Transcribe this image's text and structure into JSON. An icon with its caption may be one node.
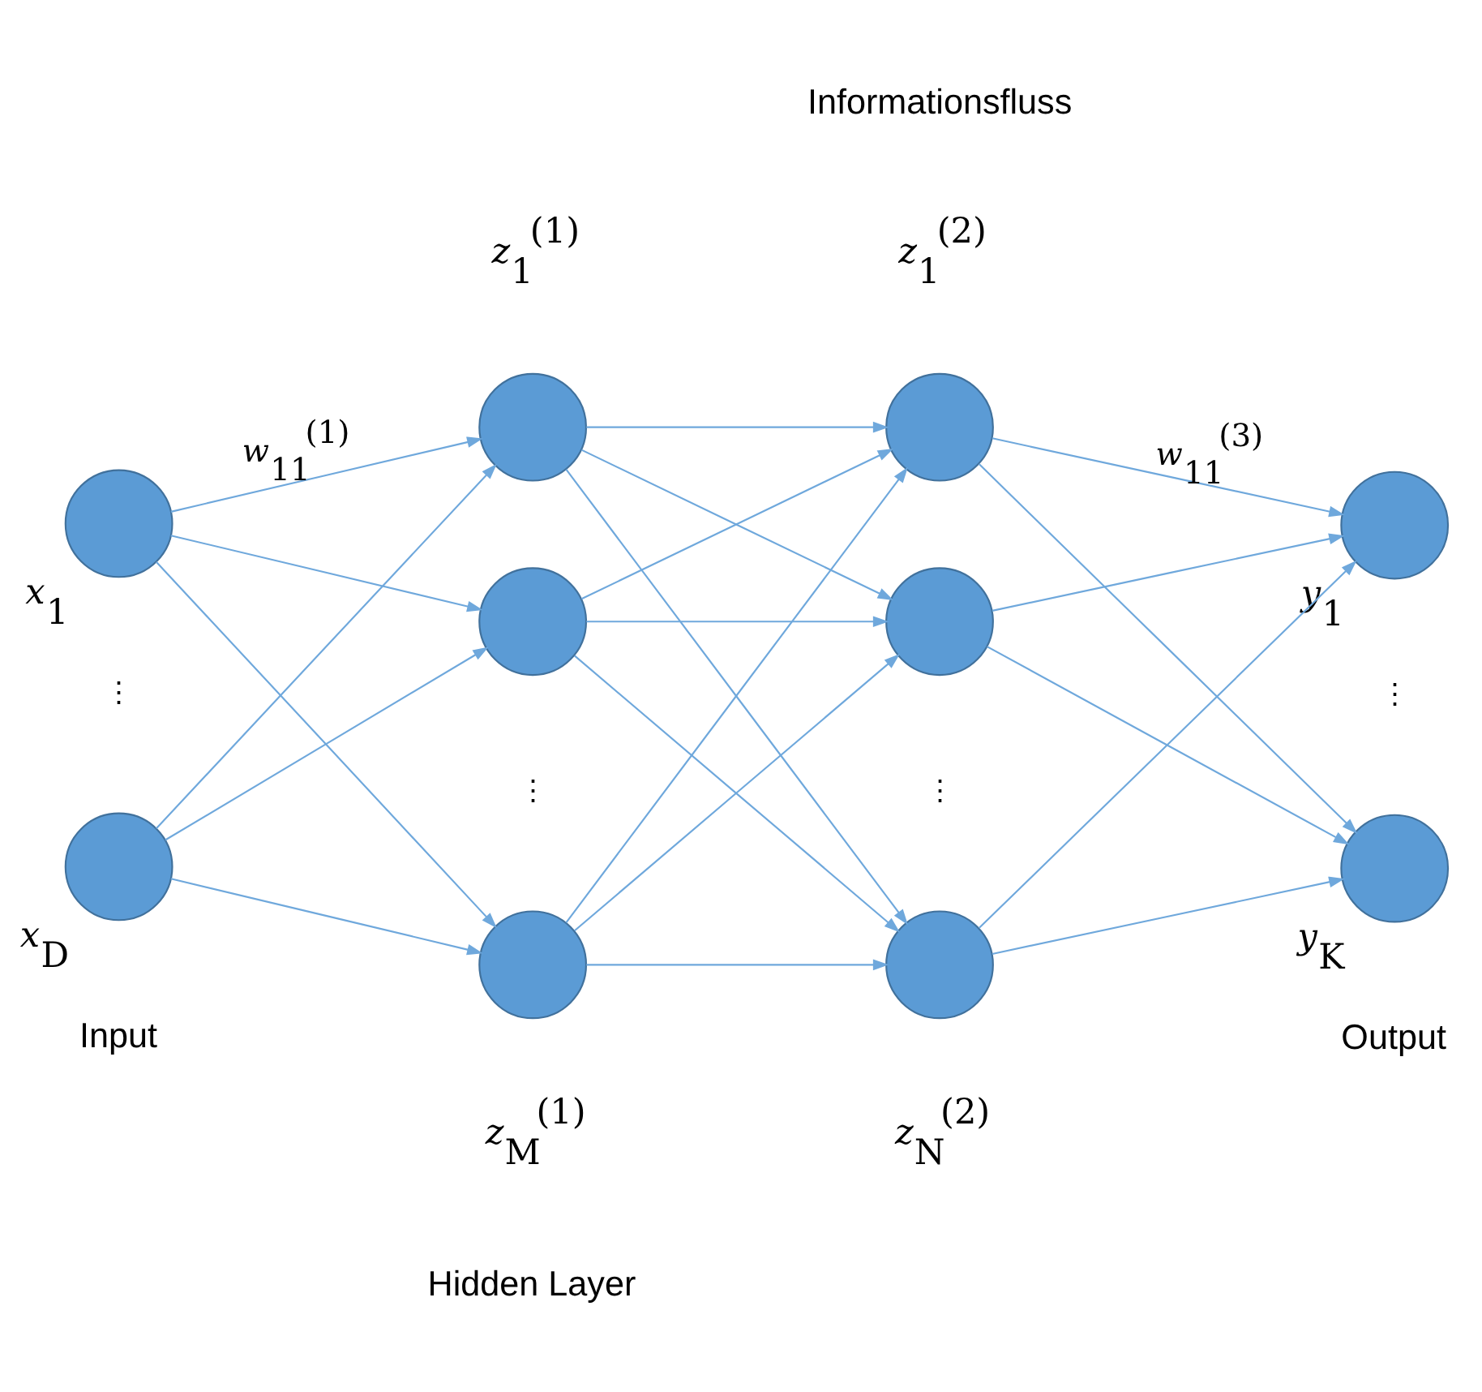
{
  "diagram": {
    "nodes": [
      {
        "text": [],
        "shape": "circle",
        "beside": [
          "x$_{1}$"
        ]
      },
      {
        "text": [],
        "shape": "circle",
        "beside": [
          "x$_{D}$"
        ]
      },
      {
        "text": [],
        "shape": "circle",
        "beside": [
          "z$_{1}$$^{(1)}$"
        ]
      },
      {
        "text": [],
        "shape": "circle"
      },
      {
        "text": [],
        "shape": "circle",
        "beside": [
          "z$_{M}$$^{(1)}$"
        ]
      },
      {
        "text": [],
        "shape": "circle",
        "beside": [
          "z$_{1}$$^{(2)}$"
        ]
      },
      {
        "text": [],
        "shape": "circle"
      },
      {
        "text": [],
        "shape": "circle",
        "beside": [
          "z$_{N}$$^{(2)}$"
        ]
      },
      {
        "text": [],
        "shape": "circle",
        "beside": [
          "y$_{1}$"
        ]
      },
      {
        "text": [],
        "shape": "circle",
        "beside": [
          "y$_{K}$"
        ]
      }
    ],
    "edges": [
      {
        "from": 0,
        "to": 2,
        "arrow": "to",
        "label": "w$_{11}$$^{(1)}$"
      },
      {
        "from": 0,
        "to": 3,
        "arrow": "to"
      },
      {
        "from": 0,
        "to": 4,
        "arrow": "to"
      },
      {
        "from": 1,
        "to": 2,
        "arrow": "to"
      },
      {
        "from": 1,
        "to": 3,
        "arrow": "to"
      },
      {
        "from": 1,
        "to": 4,
        "arrow": "to"
      },
      {
        "from": 2,
        "to": 5,
        "arrow": "to"
      },
      {
        "from": 2,
        "to": 6,
        "arrow": "to"
      },
      {
        "from": 2,
        "to": 7,
        "arrow": "to"
      },
      {
        "from": 3,
        "to": 5,
        "arrow": "to"
      },
      {
        "from": 3,
        "to": 6,
        "arrow": "to"
      },
      {
        "from": 3,
        "to": 7,
        "arrow": "to"
      },
      {
        "from": 4,
        "to": 5,
        "arrow": "to"
      },
      {
        "from": 4,
        "to": 6,
        "arrow": "to"
      },
      {
        "from": 4,
        "to": 7,
        "arrow": "to"
      },
      {
        "from": 5,
        "to": 8,
        "arrow": "to",
        "label": "w$_{11}$$^{(3)}$"
      },
      {
        "from": 5,
        "to": 9,
        "arrow": "to"
      },
      {
        "from": 6,
        "to": 8,
        "arrow": "to"
      },
      {
        "from": 6,
        "to": 9,
        "arrow": "to"
      },
      {
        "from": 7,
        "to": 8,
        "arrow": "to"
      },
      {
        "from": 7,
        "to": 9,
        "arrow": "to"
      }
    ],
    "labels": [
      "Informationsfluss",
      "⋮",
      "⋮",
      "⋮",
      "⋮",
      "Input",
      "Hidden Layer",
      "Output"
    ]
  }
}
